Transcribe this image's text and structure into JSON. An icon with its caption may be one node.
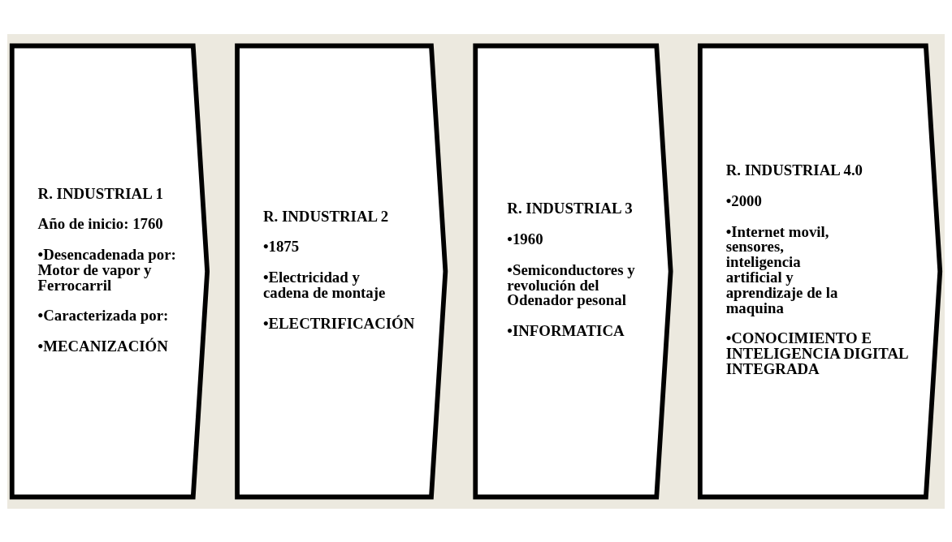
{
  "diagram": {
    "nodes": [
      {
        "text": [
          "R. INDUSTRIAL 1",
          "Año de inicio: 1760",
          "•Desencadenada por: Motor de vapor y Ferrocarril",
          "•Caracterizada por:",
          "•MECANIZACIÓN"
        ]
      },
      {
        "text": [
          "R. INDUSTRIAL 2",
          "•1875",
          "•Electricidad y cadena de montaje",
          "•ELECTRIFICACIÓN"
        ]
      },
      {
        "text": [
          "R. INDUSTRIAL 3",
          "•1960",
          "•Semiconductores y revolución del Odenador pesonal",
          "•INFORMATICA"
        ]
      },
      {
        "text": [
          "R. INDUSTRIAL 4.0",
          "•2000",
          "•Internet movil, sensores, inteligencia artificial y aprendizaje de la maquina",
          "•CONOCIMIENTO E INTELIGENCIA DIGITAL INTEGRADA"
        ]
      }
    ],
    "edges": []
  }
}
